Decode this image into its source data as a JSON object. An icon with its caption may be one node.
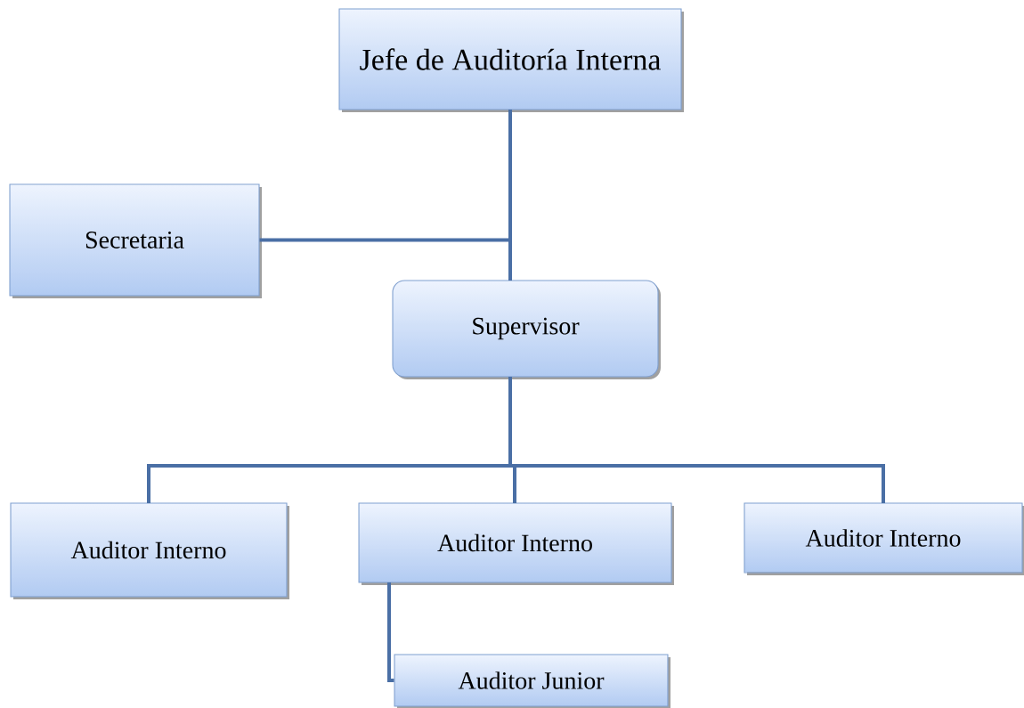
{
  "diagram": {
    "nodes": [
      {
        "text": [
          "Jefe de Auditoría Interna"
        ]
      },
      {
        "text": [
          "Secretaria"
        ]
      },
      {
        "text": [
          "Supervisor"
        ]
      },
      {
        "text": [
          "Auditor Interno"
        ]
      },
      {
        "text": [
          "Auditor Interno"
        ]
      },
      {
        "text": [
          "Auditor Interno"
        ]
      },
      {
        "text": [
          "Auditor Junior"
        ]
      }
    ],
    "edges": [
      {
        "from": 0,
        "to": 2,
        "arrow": "none"
      },
      {
        "from": 0,
        "to": 1,
        "arrow": "none"
      },
      {
        "from": 2,
        "to": 3,
        "arrow": "none"
      },
      {
        "from": 2,
        "to": 4,
        "arrow": "none"
      },
      {
        "from": 2,
        "to": 5,
        "arrow": "none"
      },
      {
        "from": 4,
        "to": 6,
        "arrow": "none"
      }
    ]
  }
}
